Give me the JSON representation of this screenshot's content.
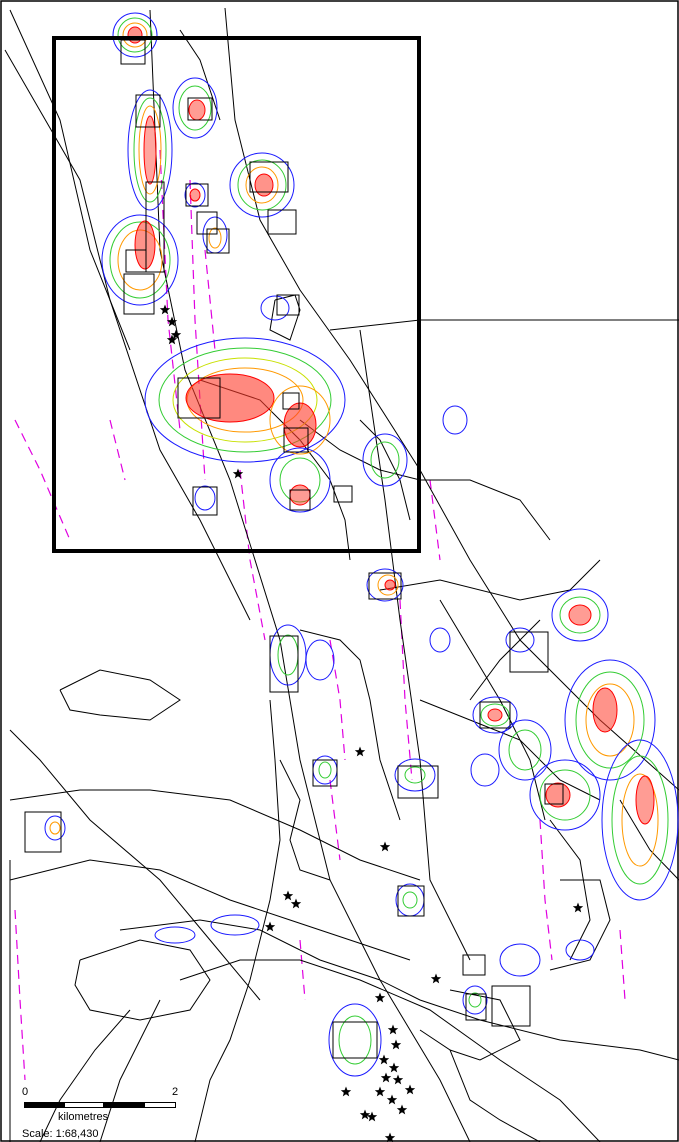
{
  "map": {
    "colors": {
      "road": "#000000",
      "dashed_line": "#e000e0",
      "contour_low": "#1a1aff",
      "contour_mid_low": "#33cc33",
      "contour_mid": "#c8e000",
      "contour_mid_high": "#ff9900",
      "contour_high": "#ff0000",
      "site_box": "#000000",
      "star": "#000000"
    },
    "icons": {
      "star": "star-icon",
      "site_box": "square-outline-icon"
    }
  },
  "scale_bar": {
    "start_label": "0",
    "end_label": "2",
    "units": "kilometres",
    "scale_text": "Scale: 1:68,430"
  }
}
